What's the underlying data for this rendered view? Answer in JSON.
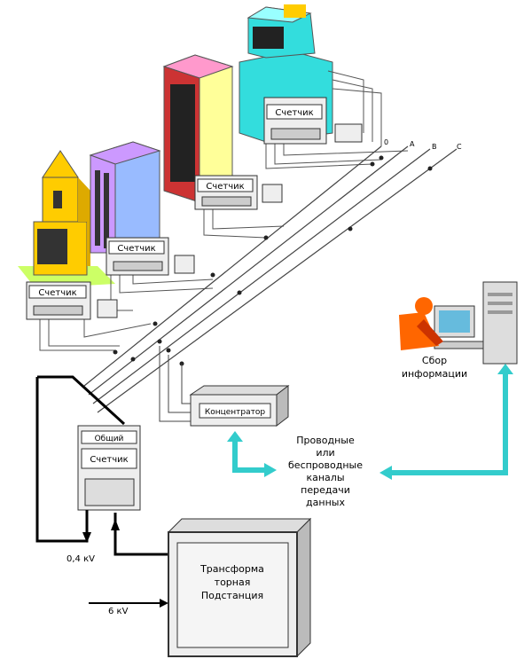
{
  "meter_label": "Счетчик",
  "common_meter": {
    "top_label": "Общий",
    "label": "Счетчик"
  },
  "concentrator": "Концентратор",
  "channels": [
    "Проводные",
    "или",
    "беспроводные",
    "каналы",
    "передачи",
    "данных"
  ],
  "data_collection": [
    "Сбор",
    "информации"
  ],
  "substation": [
    "Трансформа",
    "торная",
    "Подстанция"
  ],
  "voltages": {
    "low": "0,4 кV",
    "high": "6 кV"
  },
  "phases": [
    "0",
    "A",
    "B",
    "C"
  ],
  "colors": {
    "cyan_arrow": "#33cccc",
    "tower_yellow": "#ffcc00",
    "purple_building": "#cc99ff",
    "red_building": "#cc3333",
    "cyan_building": "#33dddd",
    "ground_green": "#ccff66"
  }
}
